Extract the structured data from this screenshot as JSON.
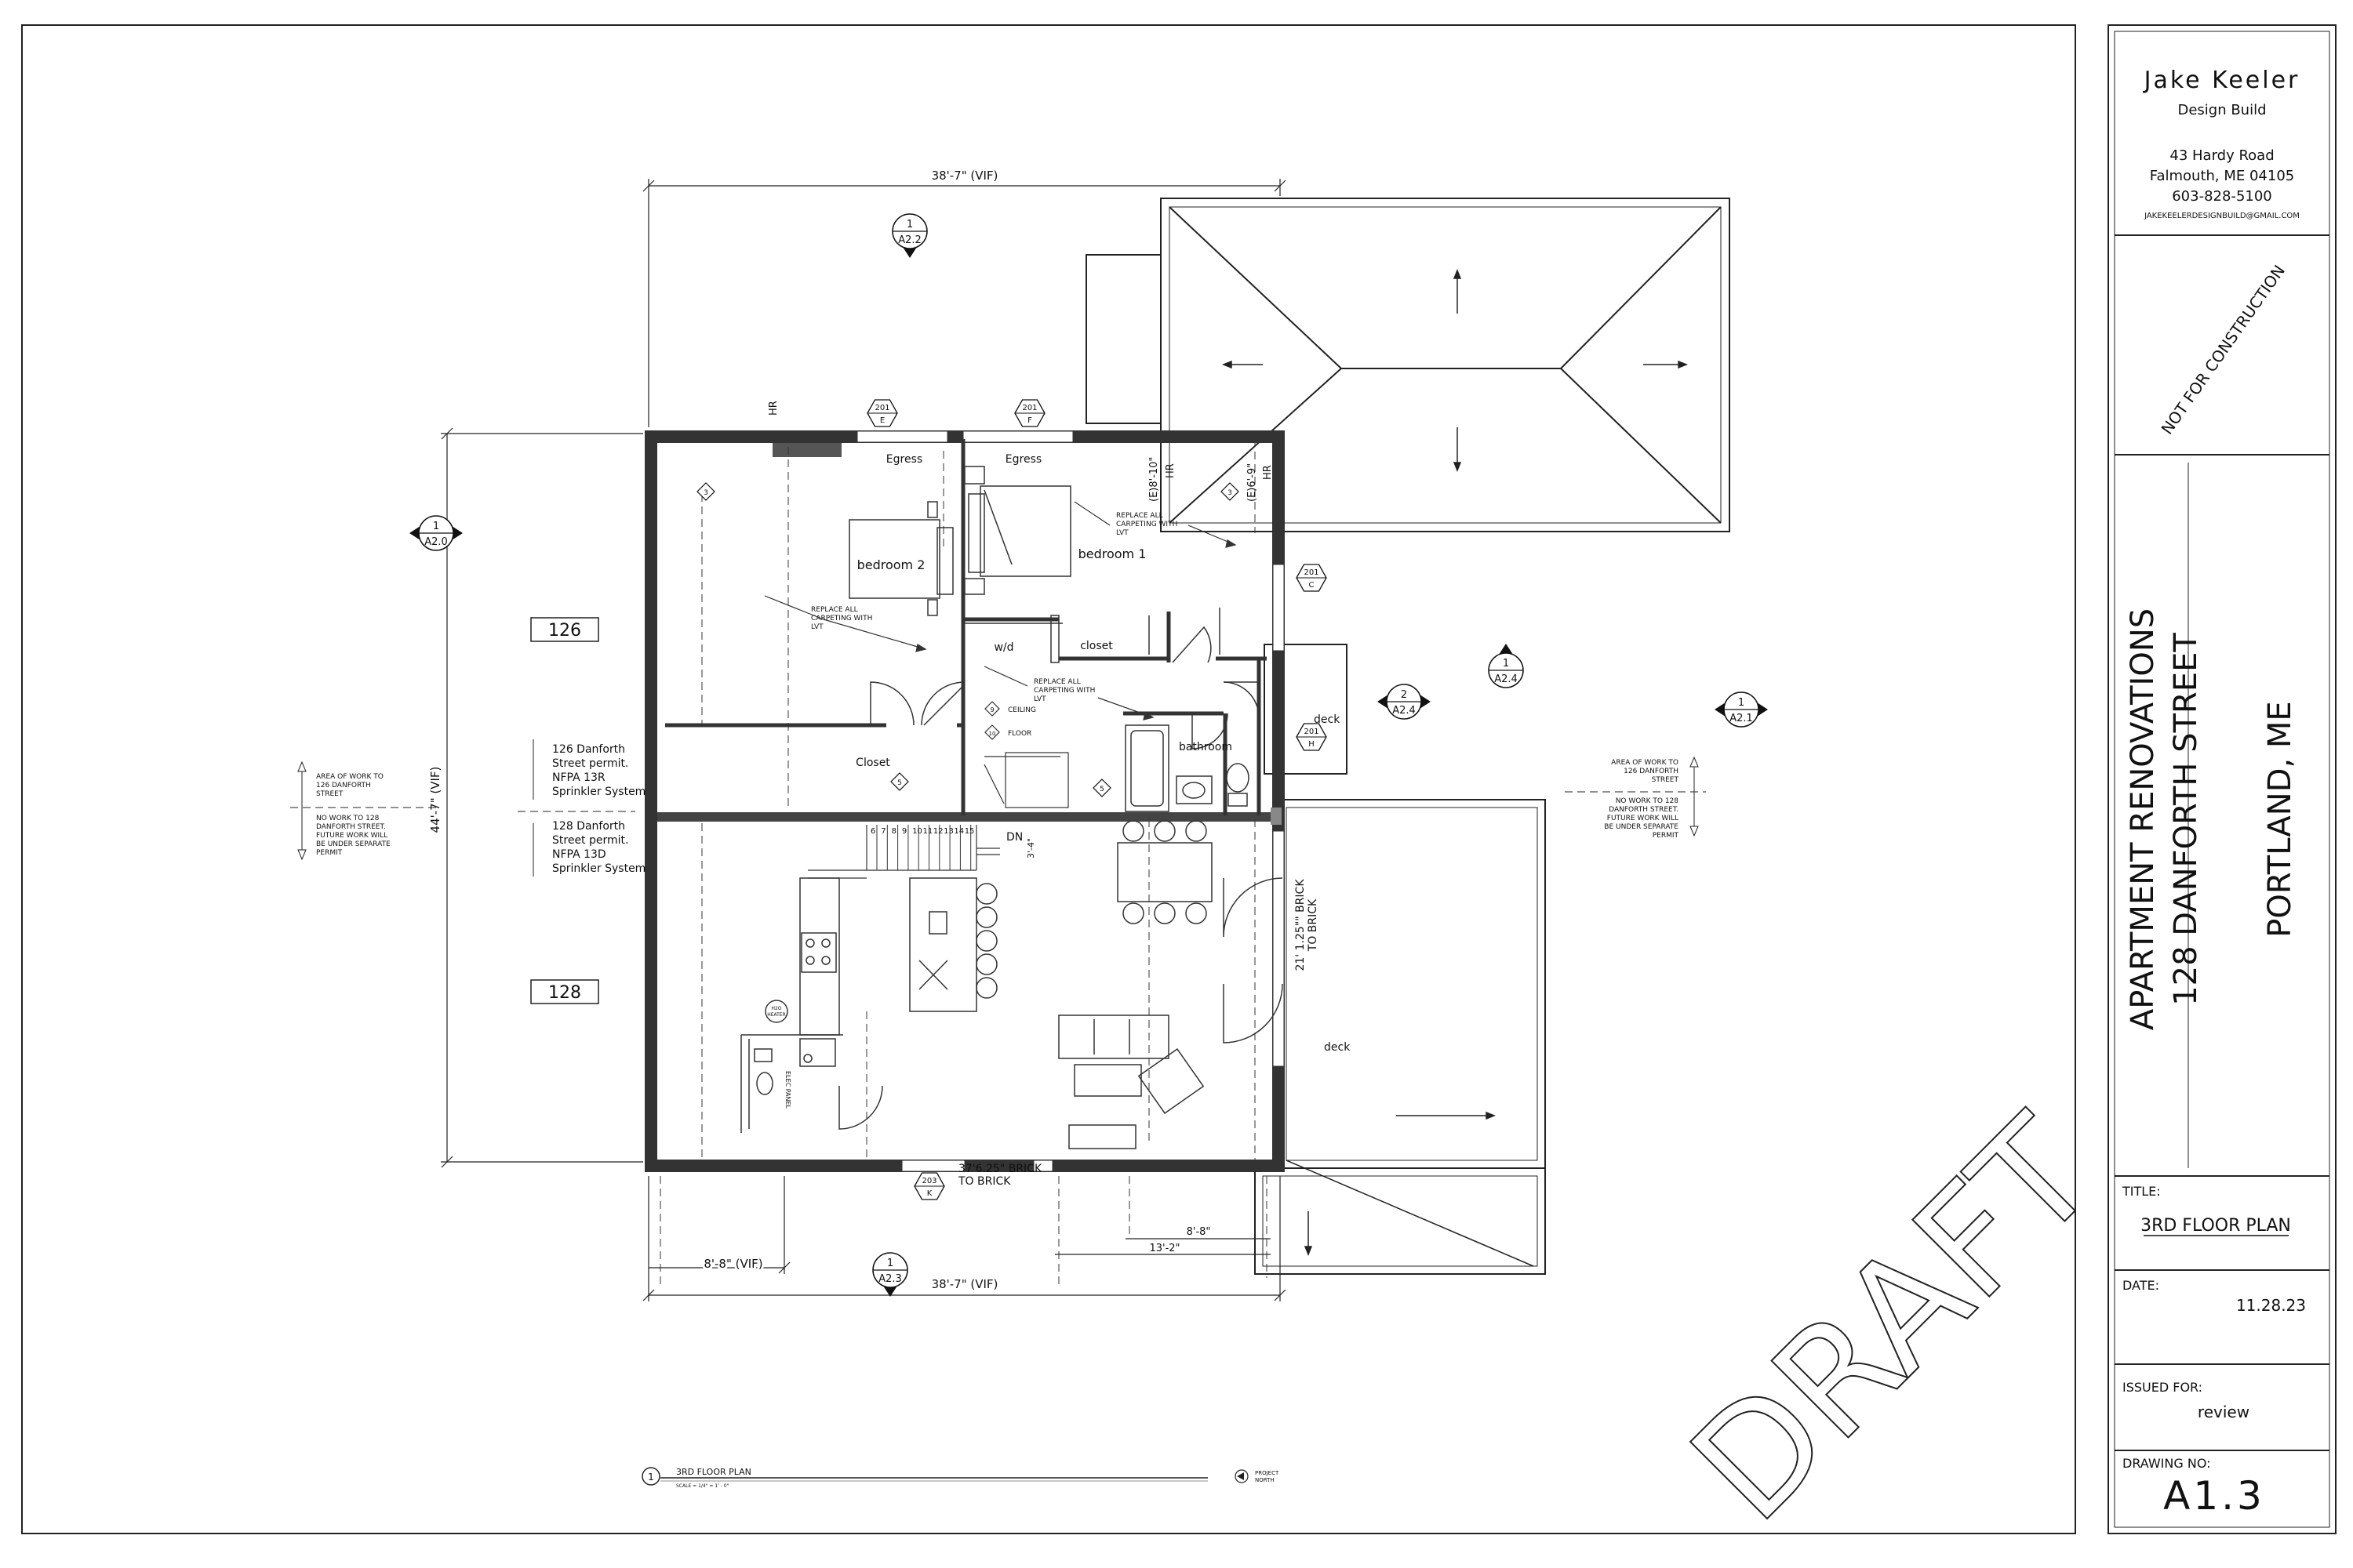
{
  "firm": {
    "name": "Jake Keeler",
    "subtitle": "Design Build",
    "address1": "43 Hardy Road",
    "address2": "Falmouth, ME 04105",
    "phone": "603-828-5100",
    "email": "JAKEKEELERDESIGNBUILD@GMAIL.COM"
  },
  "stamp": "NOT FOR CONSTRUCTION",
  "project": {
    "line1": "APARTMENT RENOVATIONS",
    "line2": "128 DANFORTH STREET",
    "city": "PORTLAND, ME"
  },
  "titleblock": {
    "title_label": "TITLE:",
    "title": "3RD FLOOR PLAN",
    "date_label": "DATE:",
    "date": "11.28.23",
    "issued_label": "ISSUED FOR:",
    "issued": "review",
    "drawing_no_label": "DRAWING NO:",
    "drawing_no": "A1.3"
  },
  "watermark": "DRAFT",
  "rooms": {
    "bedroom2": "bedroom 2",
    "bedroom1": "bedroom 1",
    "egress_left": "Egress",
    "egress_right": "Egress",
    "closet_small": "closet",
    "wd": "w/d",
    "bathroom": "bathroom",
    "closet_big": "Closet",
    "deck_small": "deck",
    "deck_big": "deck",
    "h2o_heater_1": "H2O",
    "h2o_heater_2": "HEATER",
    "elec_panel": "ELEC PANEL"
  },
  "notes": {
    "carpet_a_1": "REPLACE ALL",
    "carpet_a_2": "CARPETING WITH",
    "carpet_a_3": "LVT",
    "carpet_b_1": "REPLACE ALL",
    "carpet_b_2": "CARPETING WITH",
    "carpet_b_3": "LVT",
    "carpet_c_1": "REPLACE ALL",
    "carpet_c_2": "CARPETING WITH",
    "carpet_c_3": "LVT",
    "ceiling_tag": "9",
    "ceiling": "CEILING",
    "floor_tag": "10",
    "floor": "FLOOR",
    "hr1": "HR",
    "hr2": "HR",
    "hr3": "HR",
    "ht1": "(E)8'-10\"",
    "ht2": "(E)6'-9\"",
    "stair_dn": "DN",
    "stair_height": "3'-4\"",
    "permit126_1": "126 Danforth",
    "permit126_2": "Street permit.",
    "permit126_3": "NFPA 13R",
    "permit126_4": "Sprinkler System",
    "permit128_1": "128 Danforth",
    "permit128_2": "Street permit.",
    "permit128_3": "NFPA 13D",
    "permit128_4": "Sprinkler System",
    "left_area_1": "AREA OF WORK TO",
    "left_area_2": "126 DANFORTH",
    "left_area_3": "STREET",
    "left_nowork_1": "NO WORK TO 128",
    "left_nowork_2": "DANFORTH STREET.",
    "left_nowork_3": "FUTURE WORK WILL",
    "left_nowork_4": "BE UNDER SEPARATE",
    "left_nowork_5": "PERMIT",
    "right_area_1": "AREA OF WORK TO",
    "right_area_2": "126 DANFORTH",
    "right_area_3": "STREET",
    "right_nowork_1": "NO WORK TO 128",
    "right_nowork_2": "DANFORTH STREET.",
    "right_nowork_3": "FUTURE WORK WILL",
    "right_nowork_4": "BE UNDER SEPARATE",
    "right_nowork_5": "PERMIT",
    "unit126": "126",
    "unit128": "128"
  },
  "stair_numbers": [
    "6",
    "7",
    "8",
    "9",
    "10",
    "11",
    "12",
    "13",
    "14",
    "15"
  ],
  "dimensions": {
    "top": "38'-7\" (VIF)",
    "bottom": "38'-7\" (VIF)",
    "left_vertical": "44'-7\" (VIF)",
    "bottom_left": "8'-8\" (VIF)",
    "dim_8_8": "8'-8\"",
    "dim_13_2": "13'-2\"",
    "brick_bottom_1": "37'6.25\" BRICK",
    "brick_bottom_2": "TO BRICK",
    "brick_right_1": "21' 1.25\"\" BRICK",
    "brick_right_2": "TO BRICK"
  },
  "section_markers": {
    "top": {
      "num": "1",
      "ref": "A2.2"
    },
    "left": {
      "num": "1",
      "ref": "A2.0"
    },
    "bottom": {
      "num": "1",
      "ref": "A2.3"
    },
    "right_a": {
      "num": "2",
      "ref": "A2.4"
    },
    "right_b": {
      "num": "1",
      "ref": "A2.4"
    },
    "right_c": {
      "num": "1",
      "ref": "A2.1"
    }
  },
  "window_tags": {
    "e": {
      "num": "201",
      "letter": "E"
    },
    "f": {
      "num": "201",
      "letter": "F"
    },
    "c": {
      "num": "201",
      "letter": "C"
    },
    "h": {
      "num": "201",
      "letter": "H"
    },
    "k": {
      "num": "203",
      "letter": "K"
    }
  },
  "detail_tags": {
    "t1": "3",
    "t2": "3",
    "t3": "5",
    "t4": "5"
  },
  "plan_title": {
    "num": "1",
    "title": "3RD FLOOR PLAN",
    "scale": "SCALE = 1/4\" = 1' - 0\"",
    "north_1": "PROJECT",
    "north_2": "NORTH"
  }
}
